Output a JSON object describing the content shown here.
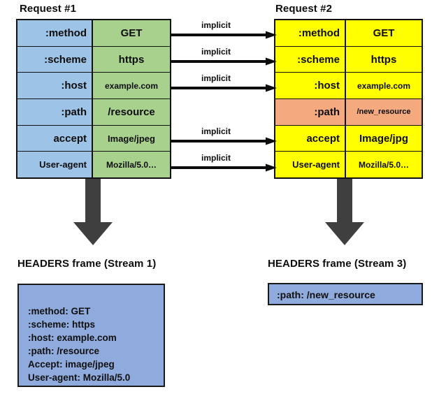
{
  "diagram": {
    "title_left": "Request #1",
    "title_right": "Request #2",
    "implicit_label": "implicit",
    "colors": {
      "key_blue": "#9DC3E6",
      "value_green": "#A9D18E",
      "yellow": "#FFFF00",
      "changed_salmon": "#F4A97E",
      "frame_blue": "#8FAADC",
      "arrow_gray": "#3F3F3F",
      "outline": "#111111"
    }
  },
  "request1": {
    "title": "Request #1",
    "rows": [
      {
        "key": ":method",
        "value": "GET",
        "implicit": true
      },
      {
        "key": ":scheme",
        "value": "https",
        "implicit": true
      },
      {
        "key": ":host",
        "value": "example.com",
        "implicit": true
      },
      {
        "key": ":path",
        "value": "/resource",
        "implicit": false
      },
      {
        "key": "accept",
        "value": "Image/jpeg",
        "implicit": true
      },
      {
        "key": "User-agent",
        "value": "Mozilla/5.0…",
        "implicit": true
      }
    ]
  },
  "request2": {
    "title": "Request #2",
    "rows": [
      {
        "key": ":method",
        "value": "GET",
        "changed": false
      },
      {
        "key": ":scheme",
        "value": "https",
        "changed": false
      },
      {
        "key": ":host",
        "value": "example.com",
        "changed": false
      },
      {
        "key": ":path",
        "value": "/new_resource",
        "changed": true
      },
      {
        "key": "accept",
        "value": "Image/jpg",
        "changed": false
      },
      {
        "key": "User-agent",
        "value": "Mozilla/5.0…",
        "changed": false
      }
    ]
  },
  "frame_stream1": {
    "title": "HEADERS frame (Stream 1)",
    "lines": [
      ":method: GET",
      ":scheme: https",
      ":host: example.com",
      ":path: /resource",
      "Accept: image/jpeg",
      "User-agent: Mozilla/5.0"
    ]
  },
  "frame_stream3": {
    "title": "HEADERS frame (Stream 3)",
    "lines": [
      ":path: /new_resource"
    ]
  }
}
